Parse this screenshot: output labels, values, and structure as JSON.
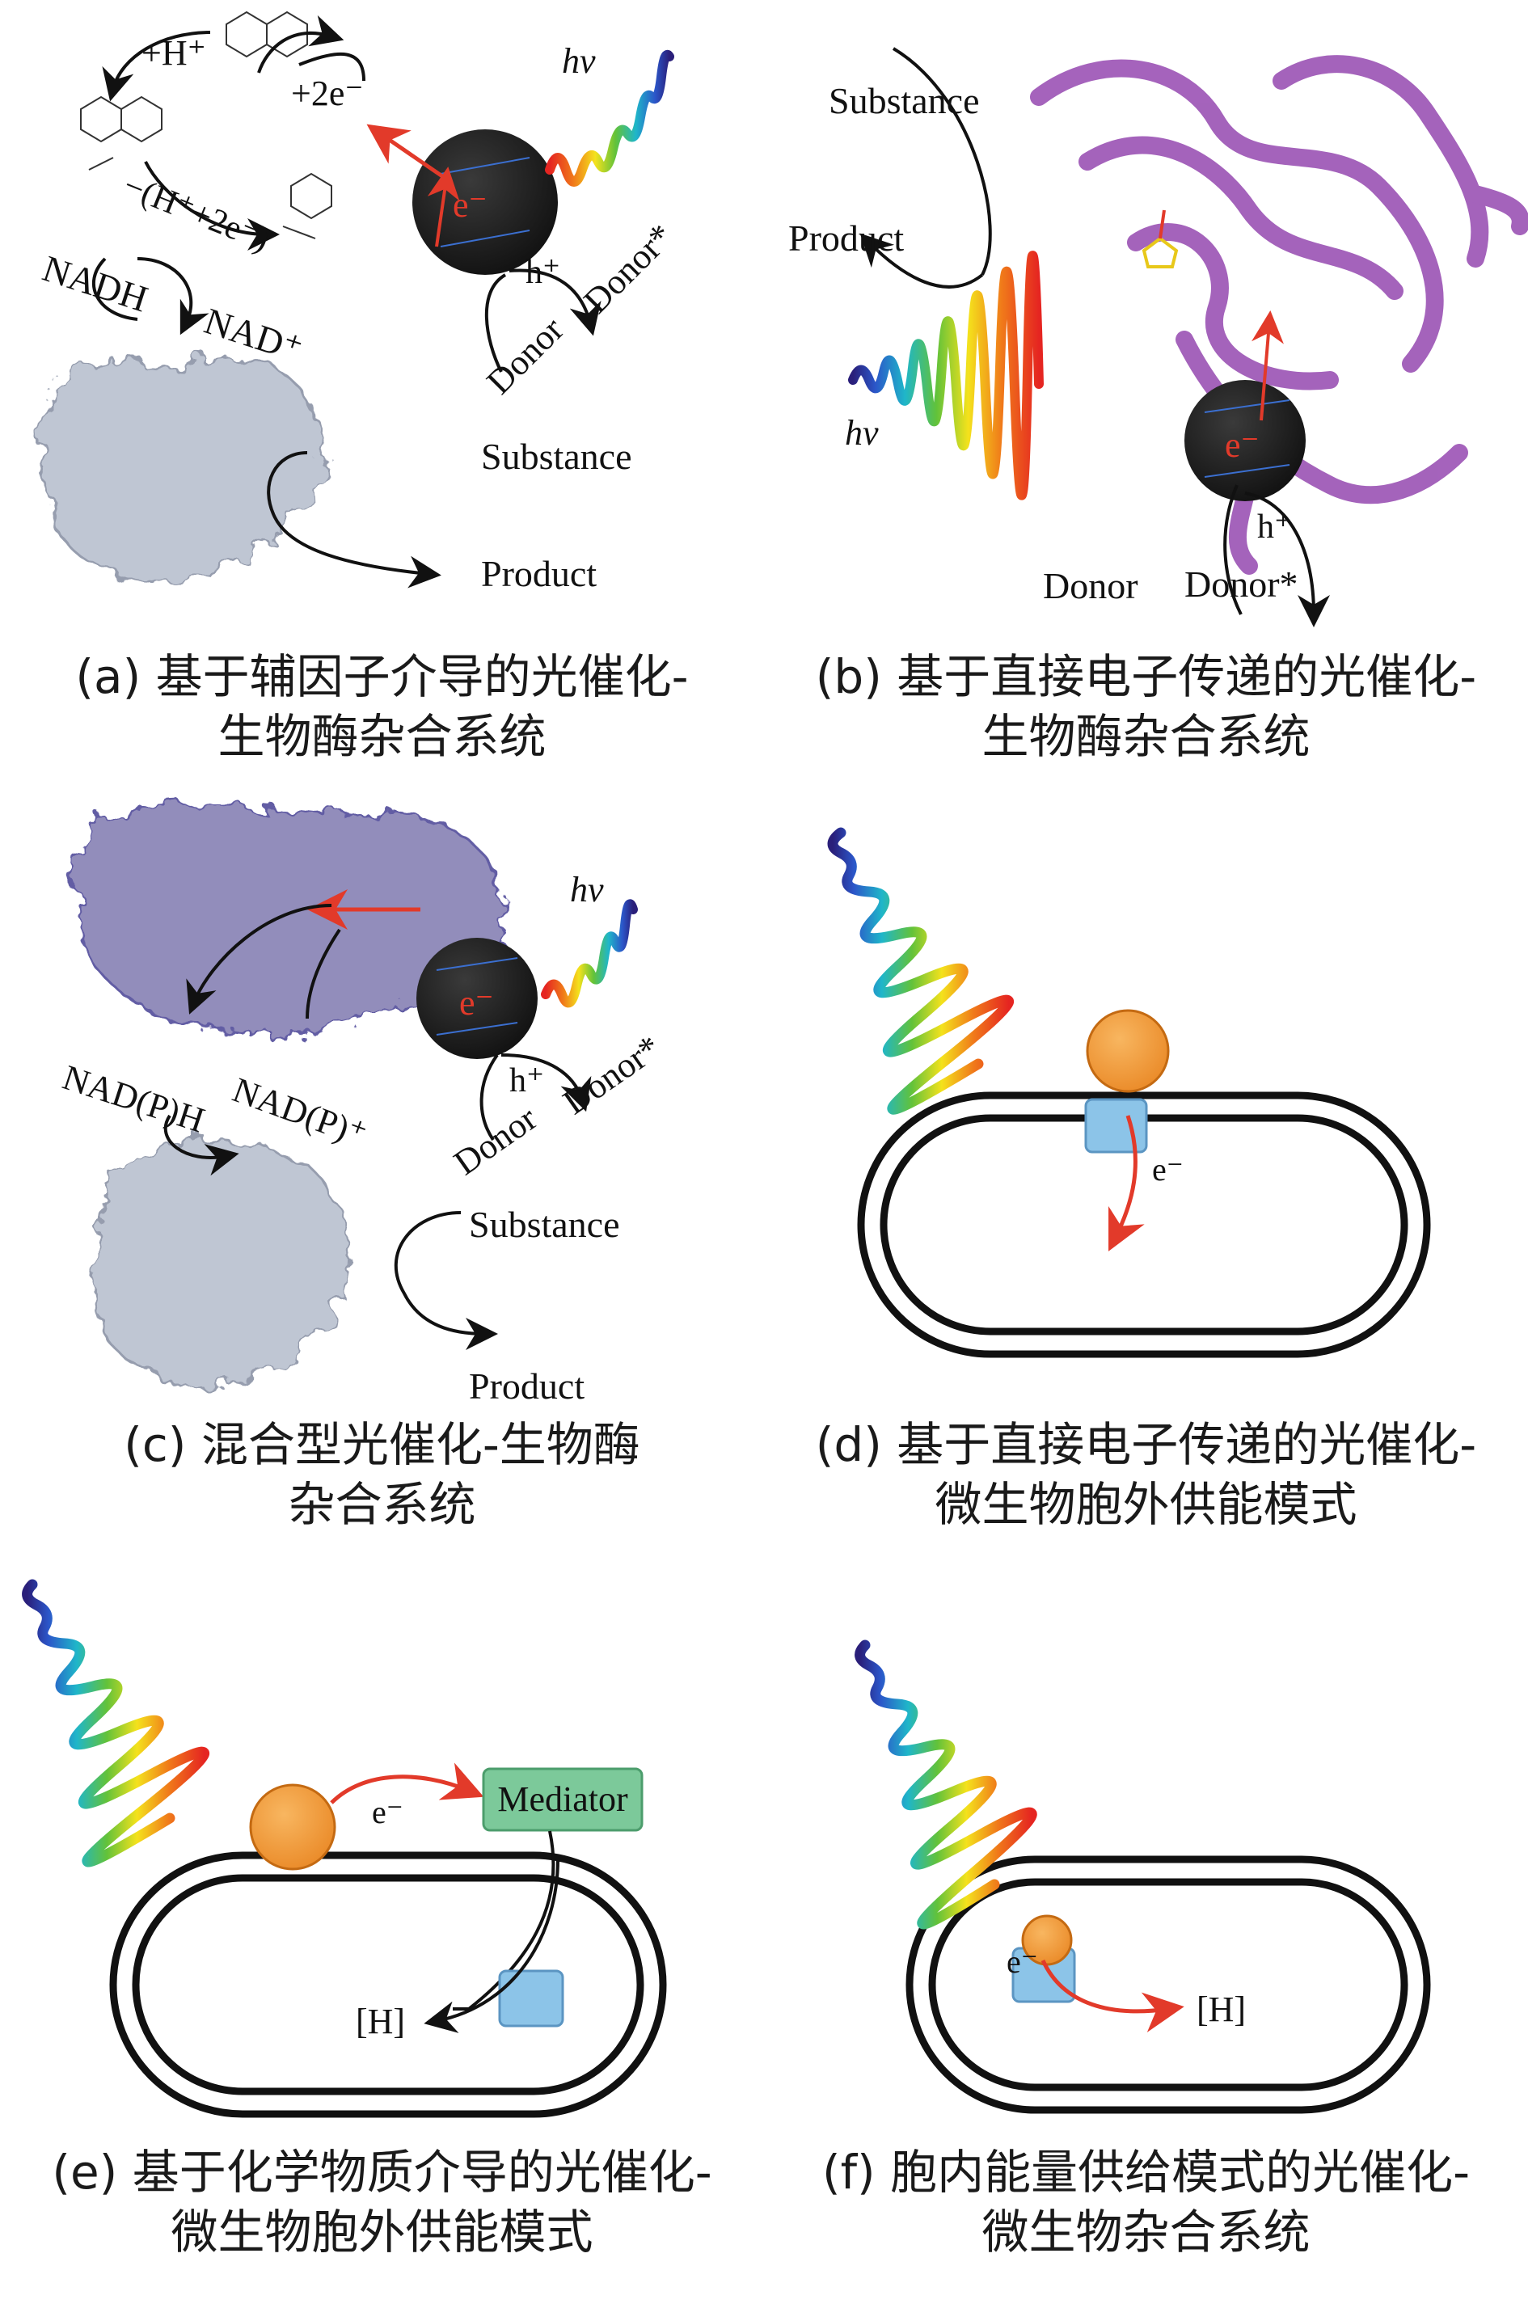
{
  "panels": {
    "a": {
      "labels": {
        "hplus_top": "+H⁺",
        "two_e": "+2e⁻",
        "h_2e": "−(H⁺+2e⁻)",
        "nadh": "NADH",
        "nad_plus": "NAD⁺",
        "substance": "Substance",
        "product": "Product",
        "electron": "e⁻",
        "hole": "h⁺",
        "donor": "Donor",
        "donor_star": "Donor*",
        "hv": "hν"
      },
      "caption": [
        "(a) 基于辅因子介导的光催化-",
        "生物酶杂合系统"
      ]
    },
    "b": {
      "labels": {
        "substance": "Substance",
        "product": "Product",
        "hv": "hν",
        "electron": "e⁻",
        "hole": "h⁺",
        "donor": "Donor",
        "donor_star": "Donor*"
      },
      "caption": [
        "(b) 基于直接电子传递的光催化-",
        "生物酶杂合系统"
      ]
    },
    "c": {
      "labels": {
        "hv": "hν",
        "electron": "e⁻",
        "hole": "h⁺",
        "donor": "Donor",
        "donor_star": "Donor*",
        "nadph": "NAD(P)H",
        "nadp_plus": "NAD(P)⁺",
        "substance": "Substance",
        "product": "Product"
      },
      "caption": [
        "(c) 混合型光催化-生物酶",
        "杂合系统"
      ]
    },
    "d": {
      "labels": {
        "electron": "e⁻"
      },
      "caption": [
        "(d) 基于直接电子传递的光催化-",
        "微生物胞外供能模式"
      ]
    },
    "e": {
      "labels": {
        "electron": "e⁻",
        "mediator": "Mediator",
        "h": "[H]"
      },
      "caption": [
        "(e) 基于化学物质介导的光催化-",
        "微生物胞外供能模式"
      ]
    },
    "f": {
      "labels": {
        "electron": "e⁻",
        "h": "[H]"
      },
      "caption": [
        "(f) 胞内能量供给模式的光催化-",
        "微生物杂合系统"
      ]
    }
  },
  "colors": {
    "semiconductor": "#1f1f1f",
    "electron_arrow": "#e23a2a",
    "nanoparticle": "#f39a38",
    "enzyme_box": "#8cc4e8",
    "mediator": "#7cc99a",
    "protein_grey": "#b8bfcc",
    "protein_purple": "#a05bb8"
  }
}
